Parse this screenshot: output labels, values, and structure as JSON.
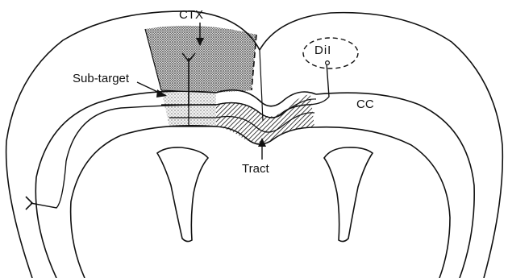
{
  "labels": {
    "ctx": "CTX",
    "dii": "DiI",
    "sub_target": "Sub-target",
    "cc": "CC",
    "tract": "Tract"
  },
  "colors": {
    "line": "#111111",
    "background": "#ffffff"
  }
}
